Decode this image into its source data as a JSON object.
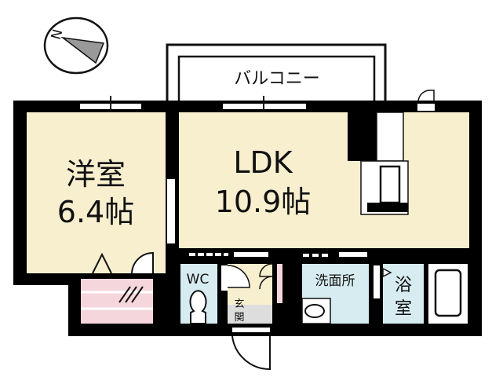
{
  "compass": {
    "label": "N",
    "icon": "north-arrow-icon"
  },
  "balcony": {
    "label": "バルコニー"
  },
  "rooms": {
    "western": {
      "name": "洋室",
      "size": "6.4帖"
    },
    "ldk": {
      "name": "LDK",
      "size": "10.9帖"
    },
    "wc": {
      "name": "WC"
    },
    "entrance": {
      "name_top": "玄",
      "name_bottom": "関"
    },
    "washroom": {
      "name": "洗面所"
    },
    "bath": {
      "name_top": "浴",
      "name_bottom": "室"
    }
  },
  "colors": {
    "room": "#f8efcf",
    "wet": "#d7ecf0",
    "storage": "#f6d6dd",
    "wall": "#000000"
  }
}
